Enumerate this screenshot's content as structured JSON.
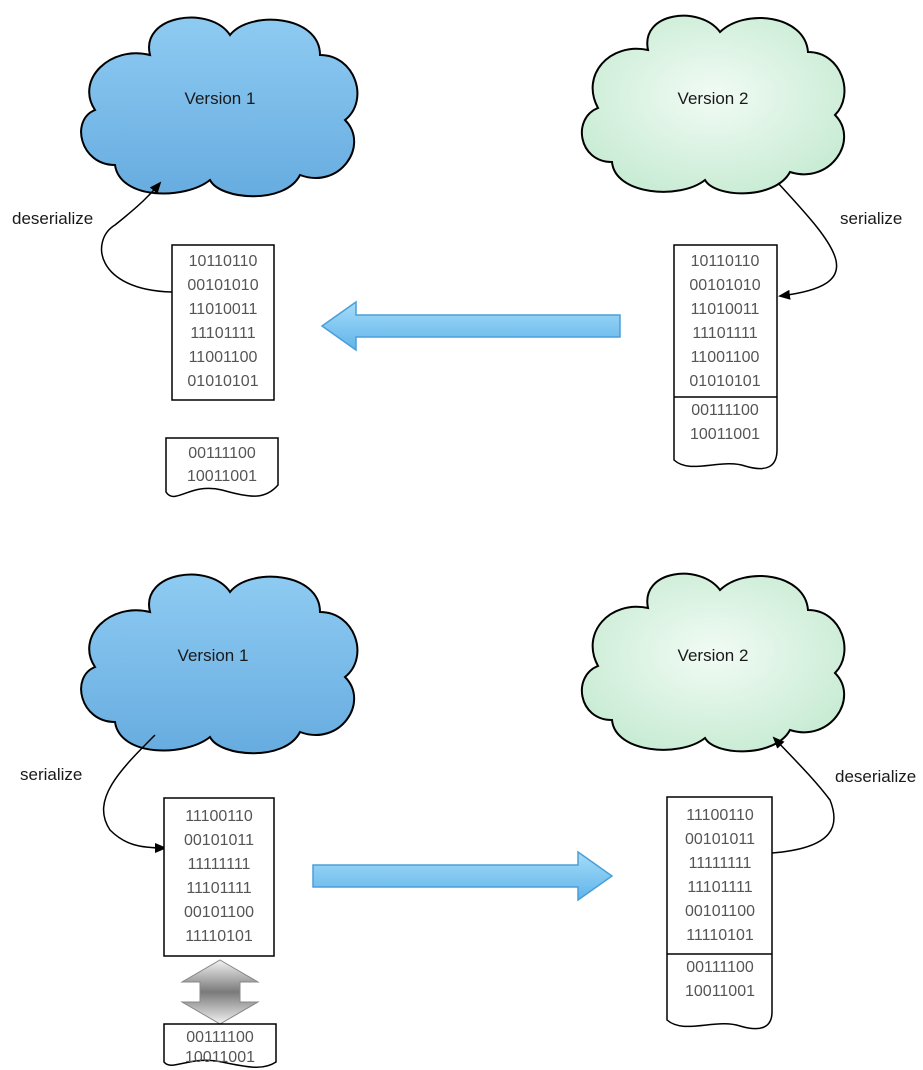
{
  "colors": {
    "version1_fill": "#7bbbe8",
    "version2_fill": "#d8f2e0",
    "arrow_fill": "#8ccdf2",
    "outline": "#000000"
  },
  "top": {
    "left_cloud": "Version 1",
    "right_cloud": "Version 2",
    "left_op": "deserialize",
    "right_op": "serialize",
    "left_block": [
      "10110110",
      "00101010",
      "11010011",
      "11101111",
      "11001100",
      "01010101"
    ],
    "left_extra": [
      "00111100",
      "10011001"
    ],
    "right_block": [
      "10110110",
      "00101010",
      "11010011",
      "11101111",
      "11001100",
      "01010101"
    ],
    "right_extra": [
      "00111100",
      "10011001"
    ],
    "arrow_direction": "left"
  },
  "bottom": {
    "left_cloud": "Version 1",
    "right_cloud": "Version 2",
    "left_op": "serialize",
    "right_op": "deserialize",
    "left_block": [
      "11100110",
      "00101011",
      "11111111",
      "11101111",
      "00101100",
      "11110101"
    ],
    "left_extra": [
      "00111100",
      "10011001"
    ],
    "right_block": [
      "11100110",
      "00101011",
      "11111111",
      "11101111",
      "00101100",
      "11110101"
    ],
    "right_extra": [
      "00111100",
      "10011001"
    ],
    "arrow_direction": "right"
  }
}
